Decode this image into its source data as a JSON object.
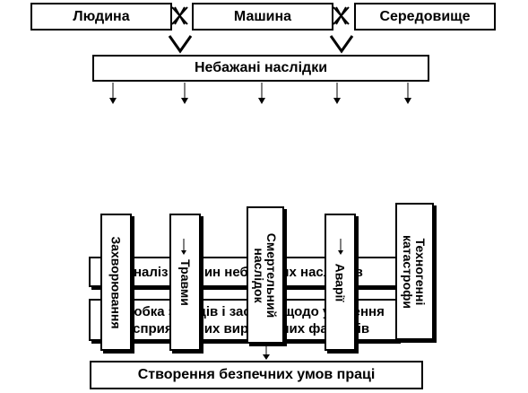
{
  "top_boxes": [
    "Людина",
    "Машина",
    "Середовище"
  ],
  "consequences": "Небажані наслідки",
  "categories": [
    "Захворювання",
    "Травми",
    "Смертельний наслідок",
    "Аварії",
    "Техногенні катастрофи"
  ],
  "analysis_box": "Аналіз причин небажаних наслідків",
  "measures_box_line1": "Розробка заходів і засобів щодо усунення",
  "measures_box_line2": "несприятливих виробничих факторів",
  "safe_conditions": "Створення безпечних умов праці"
}
